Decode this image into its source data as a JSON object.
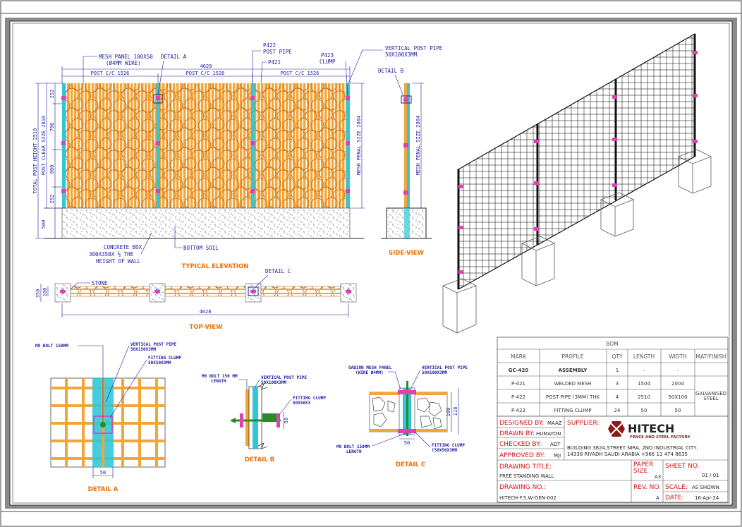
{
  "labels": {
    "mesh_panel": "MESH PANEL 100X50",
    "mesh_wire": "(Ø4MM WIRE)",
    "detail_a": "DETAIL A",
    "p422": "P422",
    "post_pipe": "POST PIPE",
    "p421": "P421",
    "p423": "P423",
    "clump": "CLUMP",
    "vertical_post_pipe": "VERTICAL POST PIPE",
    "vpp_size": "50X100X3MM",
    "detail_b": "DETAIL B",
    "detail_c": "DETAIL C",
    "overall": "4628",
    "post_cc": "POST C/C 1526",
    "total_post_height": "TOTAL POST HEIGHT 2510",
    "post_clear": "POST CLEAR SIZE 2010",
    "mesh_penal_size": "MESH PENAL SIZE 2004",
    "d252a": "252",
    "d706": "706",
    "d800": "800",
    "d252b": "252",
    "d500": "500",
    "concrete1": "CONCRETE BOX",
    "concrete2": "300X350X ⅓ THE",
    "concrete3": "HEIGHT OF WALL",
    "bottom_soil": "BOTTOM SOIL",
    "typical_elevation": "TYPICAL ELEVATION",
    "side_view": "SIDE-VIEW",
    "stone": "STONE",
    "d350": "350",
    "d100": "100",
    "top_view": "TOP-VIEW",
    "m8_bolt_150": "M8 BOLT 150MM",
    "vpp_50150": "VERTICAL POST PIPE",
    "vpp_50150_size": "50X150X3MM",
    "fitting_clump": "FITTING CLUMP",
    "fc_size": "50X50X3MM",
    "d50": "50",
    "detail_a_title": "DETAIL A",
    "m8_bolt_150_len": "M8 BOLT 150 MM",
    "length": "LENGTH",
    "vpp_b": "VERTICAL POST PIPE",
    "vpp_b_size": "50X100X3MM",
    "fc_b": "FITTING CLUMP",
    "fc_b_size": "50X50X3",
    "d50b": "50",
    "detail_b_title": "DETAIL B",
    "gabion1": "GABION MESH PANEL",
    "gabion2": "(WIRE Ø4MM)",
    "vpp_c": "VERTICAL POST PIPE",
    "vpp_c_size": "50X100X3MM",
    "d100c": "100",
    "d118": "118",
    "d50c": "50",
    "m8_bolt_150mm": "M8 BOLT 150MM",
    "length_c": "LENGTH",
    "fc_c": "FITTING CLUMP",
    "fc_c_size": "(50X50X3MM",
    "detail_c_title": "DETAIL C"
  },
  "bom": {
    "title": "BOM",
    "headers": [
      "MARK",
      "PROFILE",
      "QTY",
      "LENGTH",
      "WIDTH",
      "MAT/FINISH"
    ],
    "rows": [
      [
        "GC-420",
        "ASSEMBLY",
        "1",
        "-",
        "-"
      ],
      [
        "P-421",
        "WELDED MESH",
        "3",
        "1504",
        "2004"
      ],
      [
        "P-422",
        "POST PIPE (3MM) THK",
        "4",
        "2510",
        "50X100"
      ],
      [
        "P-423",
        "FITTING CLUMP",
        "24",
        "50",
        "50"
      ]
    ],
    "finish": [
      "GALVANISED",
      "STEEL"
    ]
  },
  "title_block": {
    "designed_by_label": "DESIGNED BY:",
    "designed_by": "MAAZ",
    "drawn_by_label": "DRAWN BY:",
    "drawn_by": "HUMAYON",
    "checked_by_label": "CHECKED BY:",
    "checked_by": "ADT",
    "approved_by_label": "APPROVED BY:",
    "approved_by": "MJI",
    "supplier_label": "SUPPLIER:",
    "company": "HITECH",
    "company_sub": "FENCE AND STEEL FACTORY",
    "address1": "BUILDING 3824,STREET NIRA, 2ND INDUSTRIAL CITY,",
    "address2": "14338 RIYADH SAUDI ARABIA +966 11 474 8635",
    "drawing_title_label": "DRAWING TITLE:",
    "drawing_title": "FREE STANDING WALL",
    "paper_size_label1": "PAPER",
    "paper_size_label2": "SIZE",
    "paper_size": "A3",
    "sheet_no_label": "SHEET NO.",
    "sheet_no": "01 / 01",
    "drawing_no_label": "DRAWING NO.:",
    "drawing_no": "HITECH-F.S.W-GEN-002",
    "rev_no_label": "REV. NO.",
    "rev_no": "A",
    "scale_label": "SCALE:",
    "scale": "AS SHOWN",
    "date_label": "DATE:",
    "date": "16-Apr-24"
  },
  "colors": {
    "mesh": "#f0a030",
    "annotation": "#1a1aa0",
    "title": "#e8700a",
    "clamp": "#e040b0",
    "post": "#30c8d8",
    "red": "#d01818"
  }
}
